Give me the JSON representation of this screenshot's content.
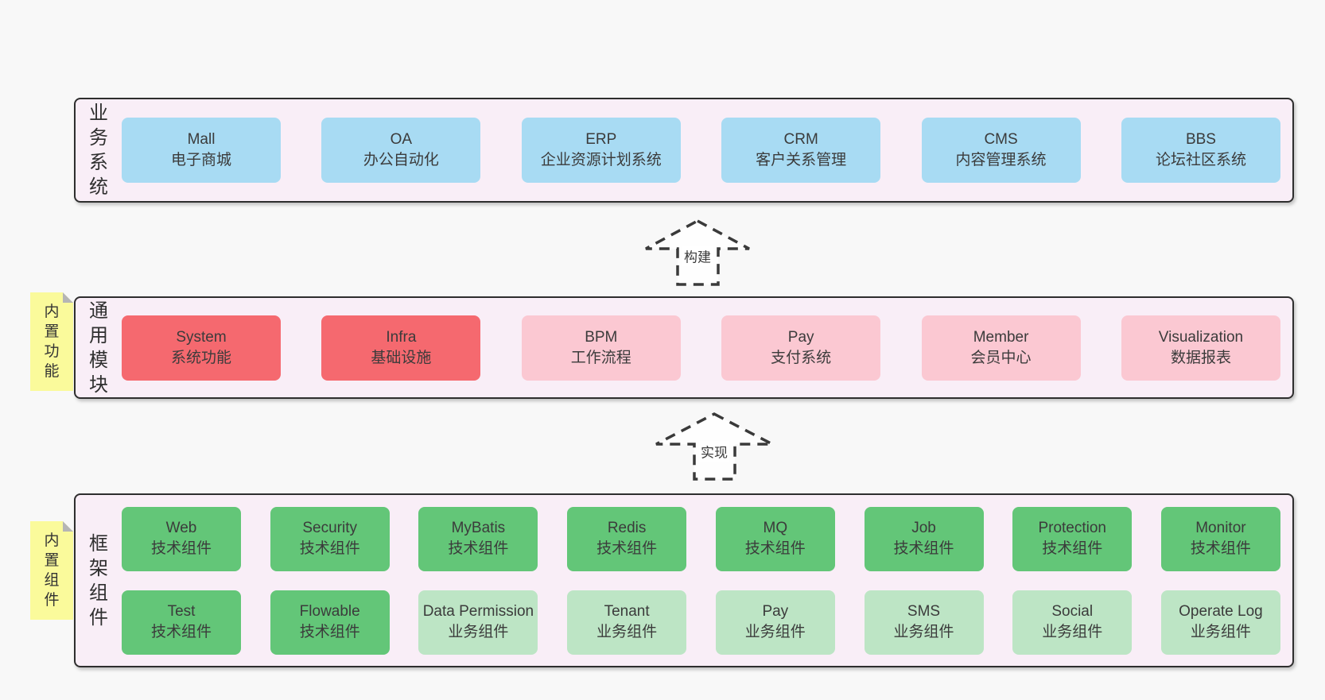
{
  "colors": {
    "page_bg": "#f8f8f8",
    "panel_bg": "#f9eef7",
    "panel_border": "#2e2e2e",
    "blue": "#a8dbf3",
    "red": "#f5696f",
    "pink": "#fbc8d2",
    "green": "#63c678",
    "light_green": "#bde5c5",
    "yellow": "#fafa9b",
    "text": "#3b3b3b"
  },
  "sections": {
    "business": {
      "label": "业务系统",
      "boxes": [
        {
          "name": "Mall",
          "subtitle": "电子商城",
          "type": "blue"
        },
        {
          "name": "OA",
          "subtitle": "办公自动化",
          "type": "blue"
        },
        {
          "name": "ERP",
          "subtitle": "企业资源计划系统",
          "type": "blue"
        },
        {
          "name": "CRM",
          "subtitle": "客户关系管理",
          "type": "blue"
        },
        {
          "name": "CMS",
          "subtitle": "内容管理系统",
          "type": "blue"
        },
        {
          "name": "BBS",
          "subtitle": "论坛社区系统",
          "type": "blue"
        }
      ]
    },
    "modules": {
      "label": "通用模块",
      "note": "内置功能",
      "boxes": [
        {
          "name": "System",
          "subtitle": "系统功能",
          "type": "red"
        },
        {
          "name": "Infra",
          "subtitle": "基础设施",
          "type": "red"
        },
        {
          "name": "BPM",
          "subtitle": "工作流程",
          "type": "pink"
        },
        {
          "name": "Pay",
          "subtitle": "支付系统",
          "type": "pink"
        },
        {
          "name": "Member",
          "subtitle": "会员中心",
          "type": "pink"
        },
        {
          "name": "Visualization",
          "subtitle": "数据报表",
          "type": "pink"
        }
      ]
    },
    "components": {
      "label": "框架组件",
      "note": "内置组件",
      "rows": [
        [
          {
            "name": "Web",
            "subtitle": "技术组件",
            "type": "green"
          },
          {
            "name": "Security",
            "subtitle": "技术组件",
            "type": "green"
          },
          {
            "name": "MyBatis",
            "subtitle": "技术组件",
            "type": "green"
          },
          {
            "name": "Redis",
            "subtitle": "技术组件",
            "type": "green"
          },
          {
            "name": "MQ",
            "subtitle": "技术组件",
            "type": "green"
          },
          {
            "name": "Job",
            "subtitle": "技术组件",
            "type": "green"
          },
          {
            "name": "Protection",
            "subtitle": "技术组件",
            "type": "green"
          },
          {
            "name": "Monitor",
            "subtitle": "技术组件",
            "type": "green"
          }
        ],
        [
          {
            "name": "Test",
            "subtitle": "技术组件",
            "type": "green"
          },
          {
            "name": "Flowable",
            "subtitle": "技术组件",
            "type": "green"
          },
          {
            "name": "Data Permission",
            "subtitle": "业务组件",
            "type": "light-green"
          },
          {
            "name": "Tenant",
            "subtitle": "业务组件",
            "type": "light-green"
          },
          {
            "name": "Pay",
            "subtitle": "业务组件",
            "type": "light-green"
          },
          {
            "name": "SMS",
            "subtitle": "业务组件",
            "type": "light-green"
          },
          {
            "name": "Social",
            "subtitle": "业务组件",
            "type": "light-green"
          },
          {
            "name": "Operate Log",
            "subtitle": "业务组件",
            "type": "light-green"
          }
        ]
      ]
    }
  },
  "arrows": [
    {
      "label": "构建"
    },
    {
      "label": "实现"
    }
  ]
}
